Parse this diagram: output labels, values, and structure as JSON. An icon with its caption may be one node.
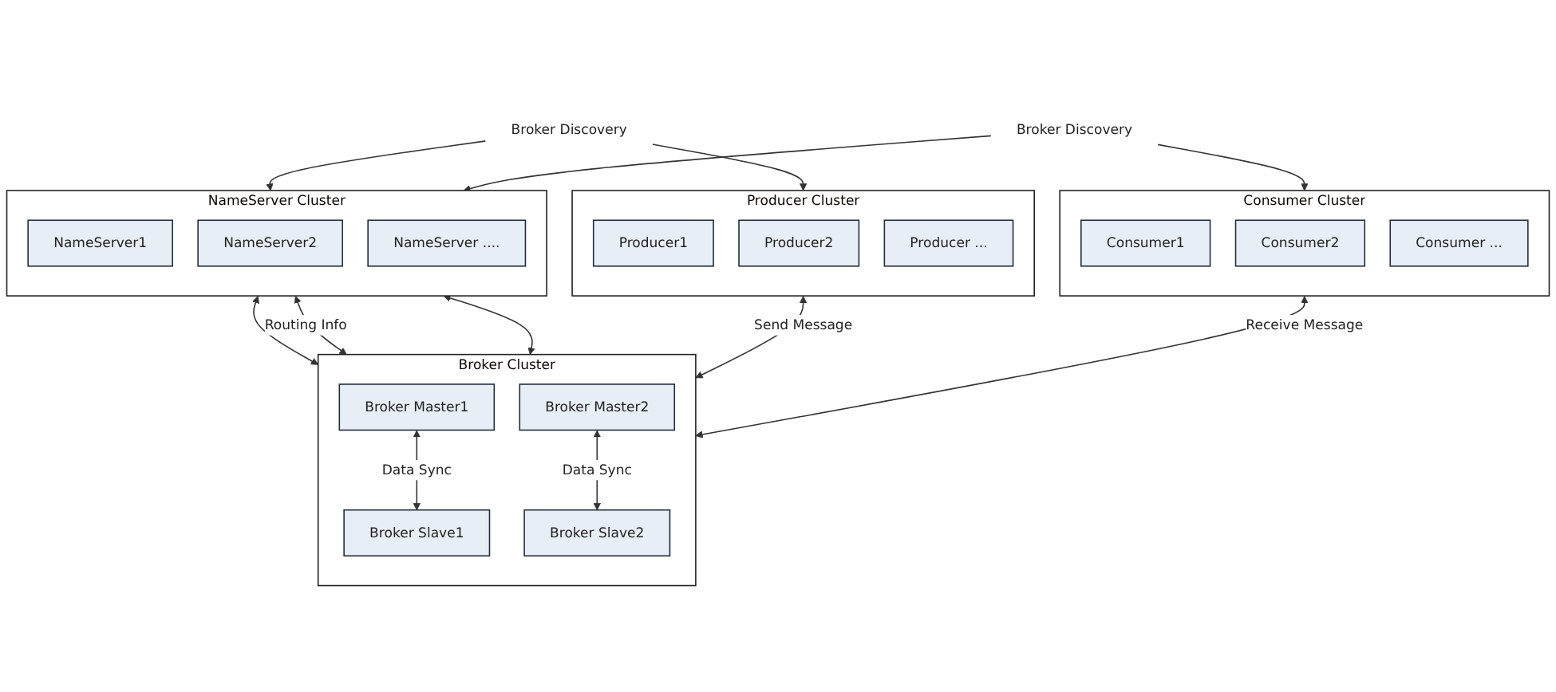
{
  "diagram": {
    "nodes": [
      {
        "text": [
          "Broker Discovery"
        ]
      },
      {
        "text": [
          "NameServer Cluster"
        ]
      },
      {
        "text": [
          "NameServer1"
        ],
        "in": 1
      },
      {
        "text": [
          "NameServer2"
        ],
        "in": 1
      },
      {
        "text": [
          "NameServer ...."
        ],
        "in": 1
      },
      {
        "text": [
          "Broker Discovery"
        ]
      },
      {
        "text": [
          "Producer Cluster"
        ]
      },
      {
        "text": [
          "Producer1"
        ],
        "in": 6
      },
      {
        "text": [
          "Producer2"
        ],
        "in": 6
      },
      {
        "text": [
          "Producer ..."
        ],
        "in": 6
      },
      {
        "text": [
          "Broker Cluster"
        ]
      },
      {
        "text": [
          "Broker Master1"
        ],
        "in": 10
      },
      {
        "text": [
          "Broker Slave1"
        ],
        "in": 10
      },
      {
        "text": [
          "Broker Master2"
        ],
        "in": 10
      },
      {
        "text": [
          "Broker Slave2"
        ],
        "in": 10
      },
      {
        "text": [
          "Consumer Cluster"
        ]
      },
      {
        "text": [
          "Consumer1"
        ],
        "in": 15
      },
      {
        "text": [
          "Consumer2"
        ],
        "in": 15
      },
      {
        "text": [
          "Consumer ..."
        ],
        "in": 15
      }
    ],
    "edges": [
      {
        "from": 0,
        "to": 1,
        "arrow": "to"
      },
      {
        "from": 0,
        "to": 6,
        "arrow": "to"
      },
      {
        "from": 5,
        "to": 1,
        "arrow": "to"
      },
      {
        "from": 5,
        "to": 15,
        "arrow": "to"
      },
      {
        "from": 1,
        "to": 10,
        "arrow": "both"
      },
      {
        "from": 1,
        "to": 10,
        "arrow": "both",
        "label": "Routing Info"
      },
      {
        "from": 1,
        "to": 10,
        "arrow": "both"
      },
      {
        "from": 6,
        "to": 10,
        "arrow": "both",
        "label": "Send Message"
      },
      {
        "from": 15,
        "to": 10,
        "arrow": "both",
        "label": "Receive Message"
      },
      {
        "from": 11,
        "to": 12,
        "arrow": "both",
        "label": "Data Sync"
      },
      {
        "from": 13,
        "to": 14,
        "arrow": "both",
        "label": "Data Sync"
      }
    ]
  }
}
